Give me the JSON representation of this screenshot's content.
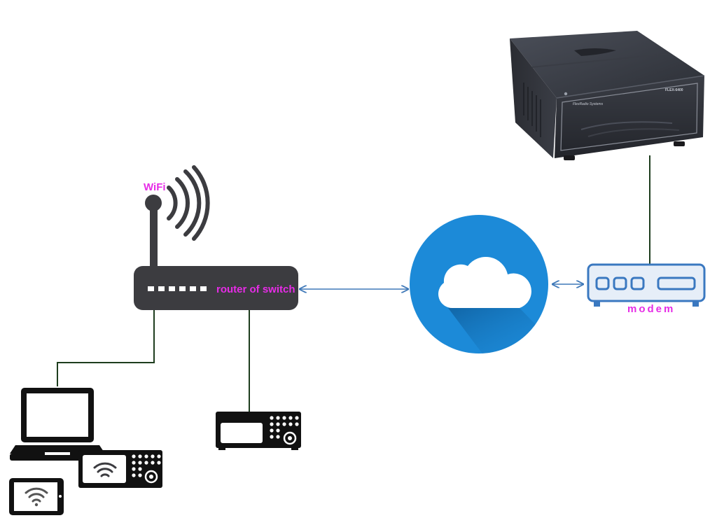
{
  "labels": {
    "wifi": "WiFi",
    "router": "router of switch",
    "modem": "modem",
    "radio_brand": "FlexRadio Systems",
    "radio_model": "FLEX-6400"
  },
  "nodes": [
    {
      "id": "radio-server",
      "icon": "flex-radio-icon"
    },
    {
      "id": "modem",
      "icon": "modem-icon"
    },
    {
      "id": "internet",
      "icon": "cloud-icon"
    },
    {
      "id": "router",
      "icon": "router-icon"
    },
    {
      "id": "remote-radio",
      "icon": "radio-control-panel-icon"
    },
    {
      "id": "laptop",
      "icon": "laptop-icon"
    },
    {
      "id": "wifi-radio",
      "icon": "wifi-radio-panel-icon"
    },
    {
      "id": "tablet",
      "icon": "wifi-tablet-icon"
    }
  ],
  "links": [
    {
      "from": "radio-server",
      "to": "modem",
      "style": "wired"
    },
    {
      "from": "modem",
      "to": "internet",
      "style": "bidirectional"
    },
    {
      "from": "internet",
      "to": "router",
      "style": "bidirectional"
    },
    {
      "from": "router",
      "to": "laptop",
      "style": "wired"
    },
    {
      "from": "router",
      "to": "remote-radio",
      "style": "wired"
    }
  ],
  "colors": {
    "label": "#e62ce6",
    "wire": "#1e3d1e",
    "arrow": "#3e78b8",
    "cloud_bg": "#1c8ad8",
    "modem_stroke": "#3a78c0",
    "modem_fill": "#e6eef8",
    "device_dark": "#3c3c40"
  }
}
